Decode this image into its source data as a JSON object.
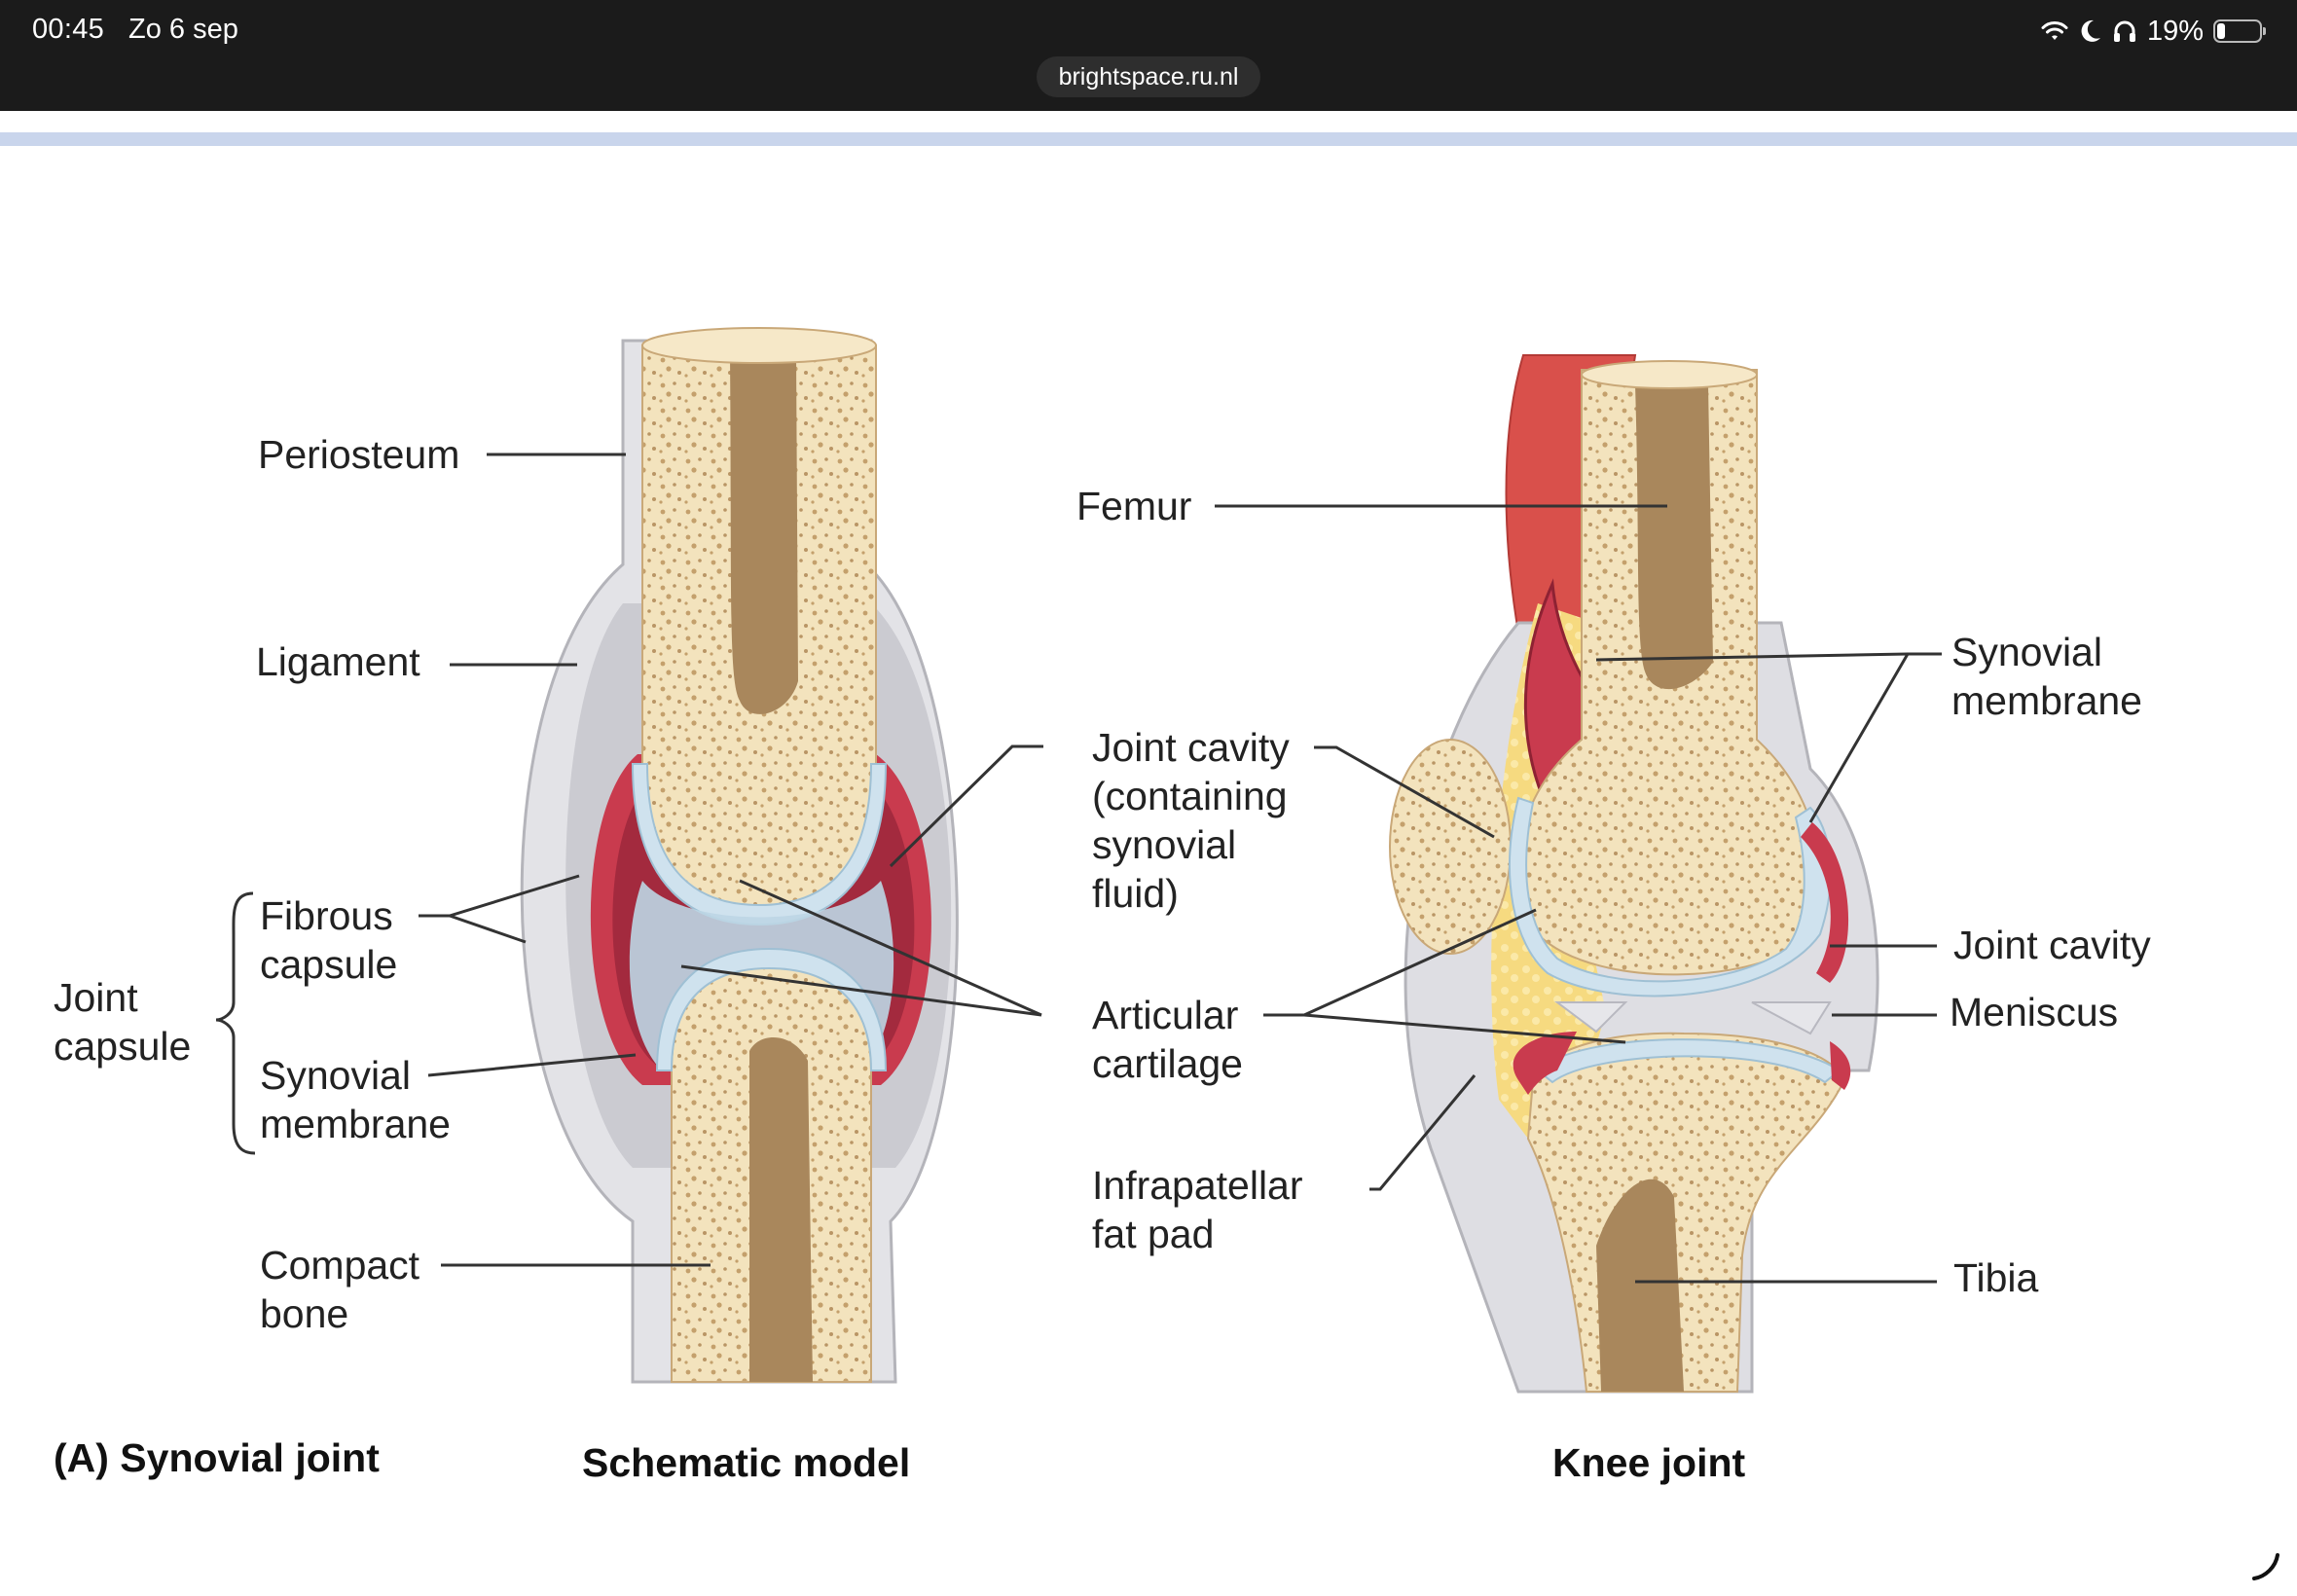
{
  "status_bar": {
    "time": "00:45",
    "date": "Zo 6 sep",
    "battery_percent": "19%",
    "battery_level": 0.19,
    "icons": [
      "wifi-icon",
      "moon-icon",
      "headphones-icon",
      "battery-icon"
    ]
  },
  "browser": {
    "url": "brightspace.ru.nl"
  },
  "figure": {
    "schematic": {
      "labels": {
        "periosteum": "Periosteum",
        "ligament": "Ligament",
        "joint_capsule_1": "Joint",
        "joint_capsule_2": "capsule",
        "fibrous_1": "Fibrous",
        "fibrous_2": "capsule",
        "synovial_1": "Synovial",
        "synovial_2": "membrane",
        "compact_1": "Compact",
        "compact_2": "bone"
      }
    },
    "center": {
      "joint_cavity_1": "Joint cavity",
      "joint_cavity_2": "(containing",
      "joint_cavity_3": "synovial",
      "joint_cavity_4": "fluid)",
      "articular_1": "Articular",
      "articular_2": "cartilage",
      "infrapatellar_1": "Infrapatellar",
      "infrapatellar_2": "fat pad"
    },
    "knee": {
      "femur": "Femur",
      "synovial_1": "Synovial",
      "synovial_2": "membrane",
      "joint_cavity": "Joint cavity",
      "meniscus": "Meniscus",
      "tibia": "Tibia"
    },
    "captions": {
      "a": "(A) Synovial joint",
      "schematic": "Schematic model",
      "knee": "Knee joint"
    }
  },
  "colors": {
    "bone": "#f3e3bd",
    "marrow": "#a9875c",
    "cartilage": "#cfe2ee",
    "synovial": "#c93b4e",
    "capsule": "#d8d8dc",
    "fat": "#f5d77a",
    "muscle": "#d9504b"
  }
}
